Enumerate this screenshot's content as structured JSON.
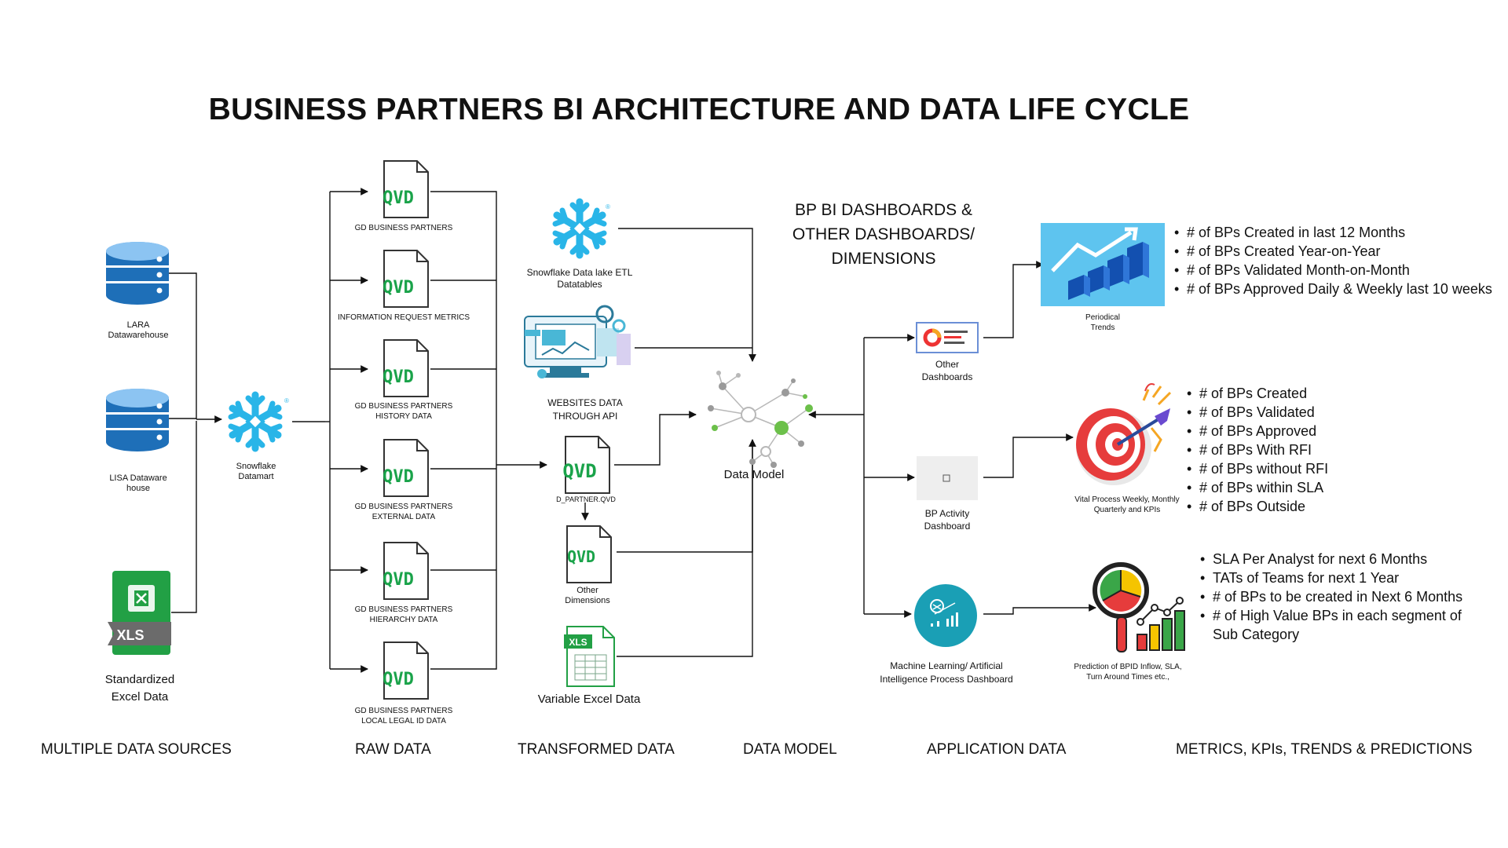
{
  "title": "BUSINESS PARTNERS BI ARCHITECTURE AND DATA LIFE CYCLE",
  "sources": {
    "lara": "LARA\nDatawarehouse",
    "lisa": "LISA Dataware\nhouse",
    "excel_badge": "XLS",
    "excel": "Standardized\nExcel Data",
    "snowflake": "Snowflake\nDatamart"
  },
  "raw": {
    "qvd_badge": "QVD",
    "items": [
      "GD BUSINESS PARTNERS",
      "INFORMATION REQUEST METRICS",
      "GD BUSINESS PARTNERS\nHISTORY DATA",
      "GD BUSINESS PARTNERS\nEXTERNAL DATA",
      "GD BUSINESS PARTNERS\nHIERARCHY DATA",
      "GD BUSINESS PARTNERS\nLOCAL LEGAL ID DATA"
    ]
  },
  "transformed": {
    "snowflake_etl": "Snowflake Data lake ETL\nDatatables",
    "websites": "WEBSITES DATA\nTHROUGH API",
    "d_partner": "D_PARTNER.QVD",
    "other_dimensions": "Other\nDimensions",
    "variable_excel": "Variable Excel Data",
    "xls_badge": "XLS"
  },
  "data_model": {
    "label": "Data  Model"
  },
  "dashboards_title": "BP BI DASHBOARDS &\nOTHER DASHBOARDS/\nDIMENSIONS",
  "application": {
    "other_dashboards": "Other\nDashboards",
    "bp_activity": "BP Activity\nDashboard",
    "ml_ai": "Machine Learning/ Artificial\nIntelligence Process Dashboard"
  },
  "metrics": {
    "periodical_caption": "Periodical\nTrends",
    "periodical": [
      "# of BPs Created in last 12 Months",
      "# of BPs Created Year-on-Year",
      "# of BPs Validated Month-on-Month",
      "# of BPs Approved Daily & Weekly last 10 weeks"
    ],
    "vital_caption": "Vital Process Weekly, Monthly\nQuarterly and KPIs",
    "vital": [
      "# of BPs Created",
      "# of BPs Validated",
      "# of BPs Approved",
      "# of BPs With RFI",
      "# of BPs without RFI",
      "# of BPs within SLA",
      "# of BPs Outside"
    ],
    "prediction_caption": "Prediction of BPID Inflow, SLA,\nTurn Around Times etc.,",
    "prediction": [
      "SLA Per Analyst for next 6 Months",
      "TATs of Teams for next 1 Year",
      "# of BPs to be created in Next 6 Months",
      "# of High Value BPs in each segment of",
      "Sub Category"
    ]
  },
  "stages": [
    "MULTIPLE DATA SOURCES",
    "RAW DATA",
    "TRANSFORMED DATA",
    "DATA MODEL",
    "APPLICATION  DATA",
    "METRICS, KPIs, TRENDS & PREDICTIONS"
  ],
  "colors": {
    "db_blue": "#1e6fb8",
    "snowflake": "#29b5e8",
    "qvd_green": "#1aa34a",
    "excel_green": "#22a045",
    "connector": "#111111"
  }
}
